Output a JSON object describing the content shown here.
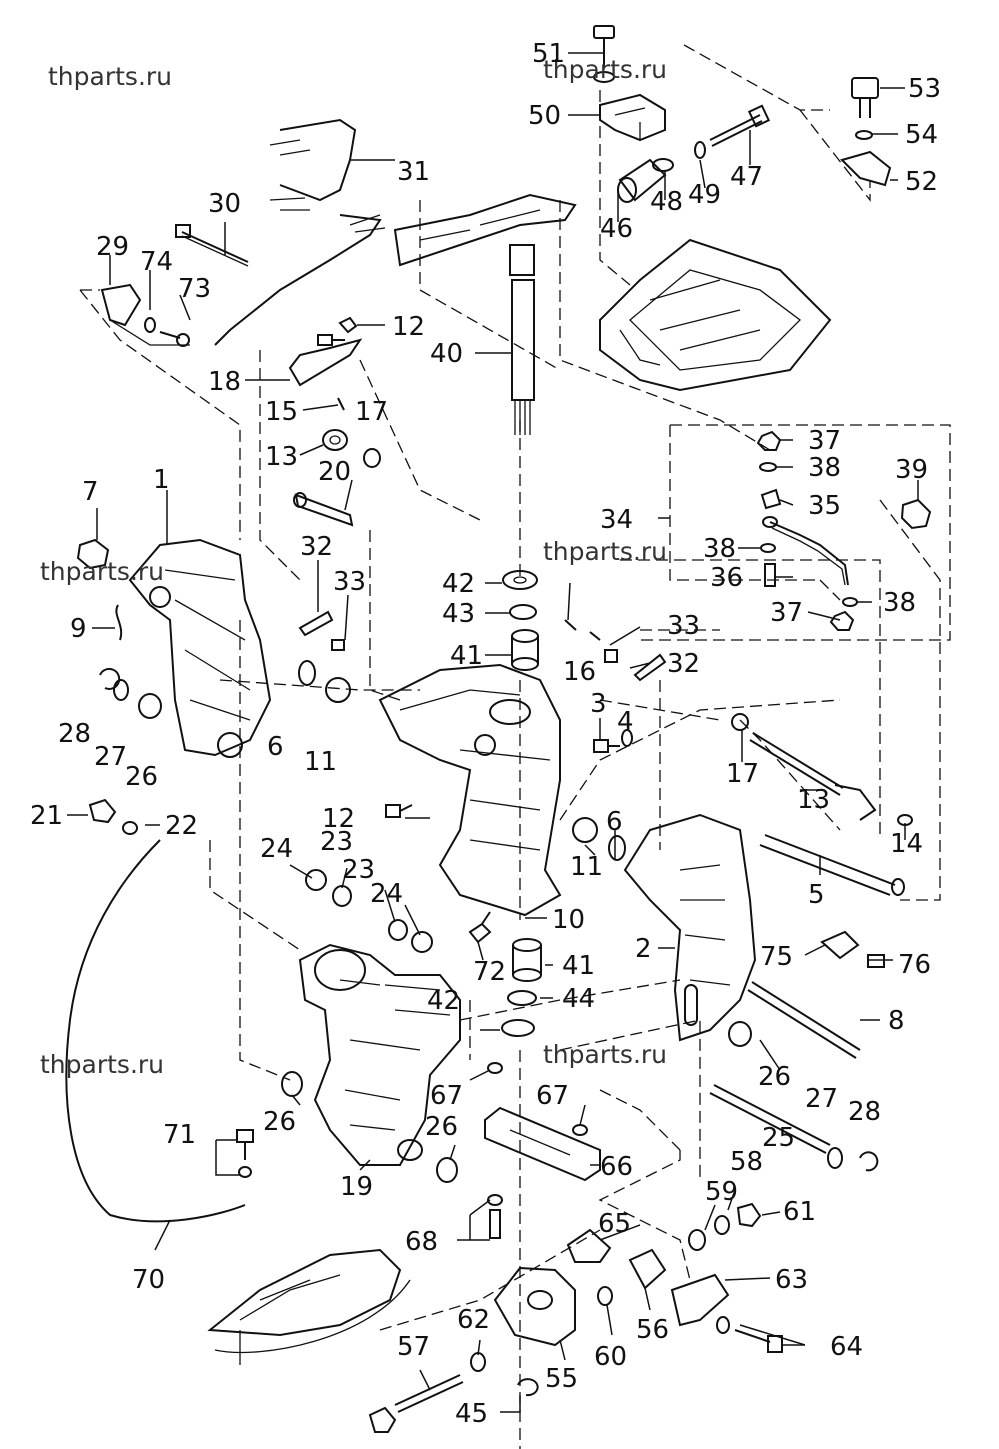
{
  "watermarks": [
    "thparts.ru",
    "thparts.ru",
    "thparts.ru",
    "thparts.ru",
    "thparts.ru",
    "thparts.ru"
  ],
  "callouts": {
    "c1": "1",
    "c2": "2",
    "c3": "3",
    "c4": "4",
    "c5": "5",
    "c6a": "6",
    "c6b": "6",
    "c7": "7",
    "c8": "8",
    "c9": "9",
    "c10": "10",
    "c11a": "11",
    "c11b": "11",
    "c12a": "12",
    "c12b": "12",
    "c13a": "13",
    "c13b": "13",
    "c14": "14",
    "c15": "15",
    "c16": "16",
    "c17a": "17",
    "c17b": "17",
    "c18": "18",
    "c19": "19",
    "c20": "20",
    "c21": "21",
    "c22": "22",
    "c23a": "23",
    "c23b": "23",
    "c24a": "24",
    "c24b": "24",
    "c25": "25",
    "c26a": "26",
    "c26b": "26",
    "c26c": "26",
    "c26d": "26",
    "c27a": "27",
    "c27b": "27",
    "c28a": "28",
    "c28b": "28",
    "c29": "29",
    "c30": "30",
    "c31": "31",
    "c32a": "32",
    "c32b": "32",
    "c33a": "33",
    "c33b": "33",
    "c34": "34",
    "c35": "35",
    "c36": "36",
    "c37a": "37",
    "c37b": "37",
    "c38a": "38",
    "c38b": "38",
    "c38c": "38",
    "c39": "39",
    "c40": "40",
    "c41a": "41",
    "c41b": "41",
    "c42a": "42",
    "c42b": "42",
    "c43": "43",
    "c44": "44",
    "c45": "45",
    "c46": "46",
    "c47": "47",
    "c48": "48",
    "c49": "49",
    "c50": "50",
    "c51": "51",
    "c52": "52",
    "c53": "53",
    "c54": "54",
    "c55": "55",
    "c56": "56",
    "c57": "57",
    "c58": "58",
    "c59": "59",
    "c60": "60",
    "c61": "61",
    "c62": "62",
    "c63": "63",
    "c64": "64",
    "c65": "65",
    "c66": "66",
    "c67a": "67",
    "c67b": "67",
    "c68": "68",
    "c70": "70",
    "c71": "71",
    "c72": "72",
    "c73": "73",
    "c74": "74",
    "c75": "75",
    "c76": "76"
  }
}
